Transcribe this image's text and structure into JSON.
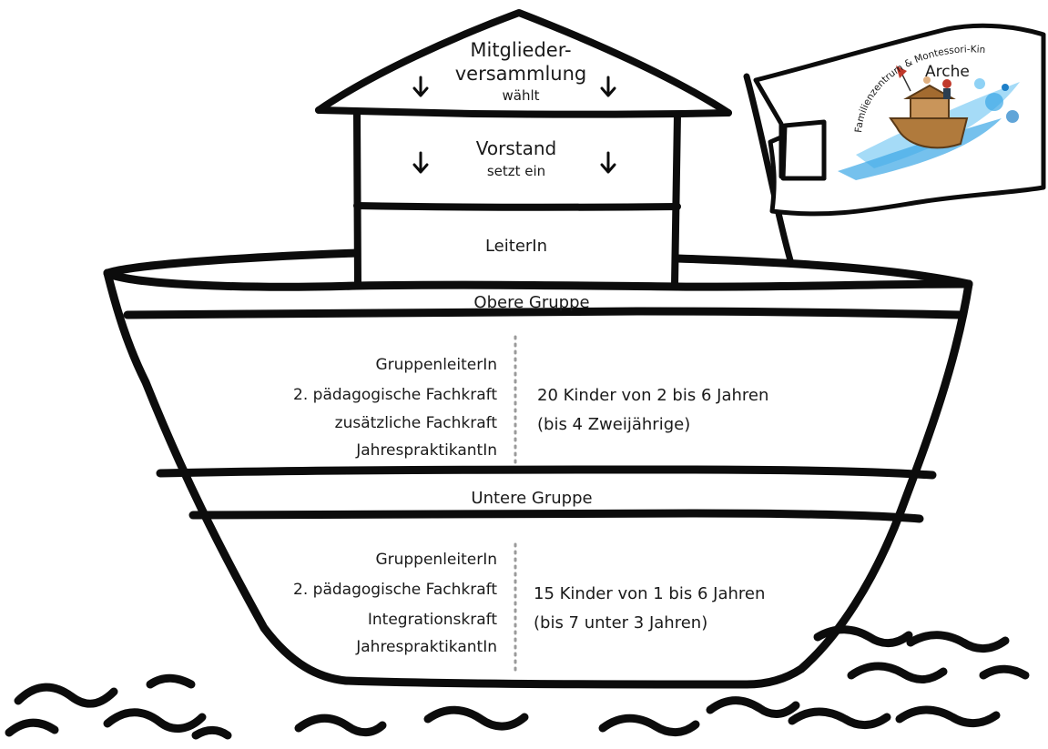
{
  "roof": {
    "title_line1": "Mitglieder-",
    "title_line2": "versammlung",
    "action": "wählt"
  },
  "board": {
    "title": "Vorstand",
    "action": "setzt ein"
  },
  "leader": {
    "title": "LeiterIn"
  },
  "upper_group": {
    "name": "Obere Gruppe",
    "staff": [
      "GruppenleiterIn",
      "2. pädagogische Fachkraft",
      "zusätzliche Fachkraft",
      "JahrespraktikantIn"
    ],
    "children_line1": "20 Kinder von 2 bis 6 Jahren",
    "children_line2": "(bis 4 Zweijährige)"
  },
  "lower_group": {
    "name": "Untere Gruppe",
    "staff": [
      "GruppenleiterIn",
      "2. pädagogische Fachkraft",
      "Integrationskraft",
      "JahrespraktikantIn"
    ],
    "children_line1": "15 Kinder von 1 bis 6 Jahren",
    "children_line2": "(bis 7 unter 3 Jahren)"
  },
  "flag": {
    "line1": "Familienzentrum & Montessori-Kinderhaus",
    "line2": "Arche",
    "accent_color": "#3aa6e6"
  },
  "colors": {
    "ink": "#0c0c0c",
    "background": "#ffffff",
    "dots": "#9a9a9a"
  },
  "icons": [
    "arrow-down-icon",
    "wave-icon",
    "ark-logo-icon"
  ]
}
